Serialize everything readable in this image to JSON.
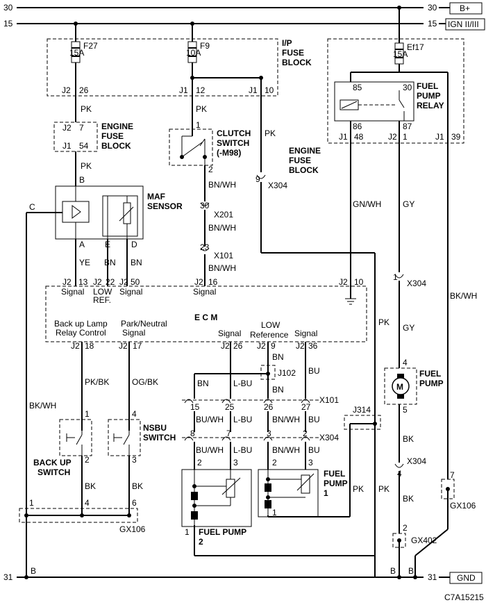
{
  "rails": {
    "b_plus": {
      "num_left": "30",
      "num_right": "30",
      "label": "B+"
    },
    "ign": {
      "num_left": "15",
      "num_right": "15",
      "label": "IGN II/III"
    },
    "gnd": {
      "num_left": "31",
      "num_right": "31",
      "label": "GND"
    }
  },
  "ip_fuse_block": {
    "title_line1": "I/P",
    "title_line2": "FUSE",
    "title_line3": "BLOCK",
    "fuse_f27": {
      "name": "F27",
      "rating": "15A",
      "conn": "J2",
      "pin": "26"
    },
    "fuse_f9": {
      "name": "F9",
      "rating": "10A",
      "conn": "J1",
      "pin": "12"
    },
    "j1_10": {
      "conn": "J1",
      "pin": "10"
    }
  },
  "engine_fuse_block_top": {
    "fuse_ef17": {
      "name": "Ef17",
      "rating": "15A"
    },
    "relay": {
      "title_line1": "FUEL",
      "title_line2": "PUMP",
      "title_line3": "RELAY",
      "pin85": "85",
      "pin86": "86",
      "pin30": "30",
      "pin87": "87"
    },
    "j1_48": {
      "conn": "J1",
      "pin": "48"
    },
    "j2_1": {
      "conn": "J2",
      "pin": "1"
    },
    "j1_39": {
      "conn": "J1",
      "pin": "39"
    },
    "title_line1": "ENGINE",
    "title_line2": "FUSE",
    "title_line3": "BLOCK"
  },
  "engine_fuse_block_small": {
    "title_line1": "ENGINE",
    "title_line2": "FUSE",
    "title_line3": "BLOCK",
    "top": {
      "conn": "J2",
      "pin": "7"
    },
    "bottom": {
      "conn": "J1",
      "pin": "54"
    }
  },
  "clutch_switch": {
    "title_line1": "CLUTCH",
    "title_line2": "SWITCH",
    "title_line3": "(-M98)",
    "pin1": "1",
    "pin2": "2"
  },
  "maf_sensor": {
    "title_line1": "MAF",
    "title_line2": "SENSOR",
    "pin_b": "B",
    "pin_c": "C",
    "pin_a": "A",
    "pin_e": "E",
    "pin_d": "D"
  },
  "wires": {
    "pk": "PK",
    "bn_wh": "BN/WH",
    "ye": "YE",
    "bn": "BN",
    "gn_wh": "GN/WH",
    "gy": "GY",
    "bk_wh": "BK/WH",
    "pk_bk": "PK/BK",
    "og_bk": "OG/BK",
    "l_bu": "L-BU",
    "bu": "BU",
    "bu_wh": "BU/WH",
    "bk": "BK"
  },
  "connectors": {
    "x304": "X304",
    "x201": "X201",
    "x101": "X101",
    "j102": "J102",
    "j314": "J314",
    "gx106": "GX106",
    "gx402": "GX402",
    "p9": "9",
    "p30": "30",
    "p23": "23",
    "p1": "1",
    "p4": "4",
    "p7": "7",
    "p2": "2",
    "p15": "15",
    "p25": "25",
    "p26": "26",
    "p27": "27",
    "p8": "8",
    "p3": "3",
    "p5": "5",
    "p6": "6"
  },
  "ecm": {
    "title": "E C M",
    "top_pins": [
      {
        "conn": "J2",
        "pin": "13",
        "label": "Signal"
      },
      {
        "conn": "J2",
        "pin": "22",
        "label": "LOW",
        "label2": "REF."
      },
      {
        "conn": "J2",
        "pin": "50",
        "label": "Signal"
      },
      {
        "conn": "J2",
        "pin": "16",
        "label": "Signal"
      },
      {
        "conn": "J2",
        "pin": "10",
        "label": ""
      }
    ],
    "bottom_pins": [
      {
        "conn": "J2",
        "pin": "18",
        "label": "Back up Lamp",
        "label2": "Relay Control"
      },
      {
        "conn": "J2",
        "pin": "17",
        "label": "Park/Neutral",
        "label2": "Signal"
      },
      {
        "conn": "J2",
        "pin": "26",
        "label": "Signal"
      },
      {
        "conn": "J2",
        "pin": "9",
        "label": "LOW",
        "label2": "Reference"
      },
      {
        "conn": "J2",
        "pin": "36",
        "label": "Signal"
      }
    ]
  },
  "backup_switch": {
    "title_line1": "BACK UP",
    "title_line2": "SWITCH",
    "pin1": "1",
    "pin2": "2"
  },
  "nsbu_switch": {
    "title_line1": "NSBU",
    "title_line2": "SWITCH",
    "pin4": "4",
    "pin3": "3"
  },
  "fuel_pump_2": {
    "title_line1": "FUEL PUMP",
    "title_line2": "2",
    "pin2": "2",
    "pin3": "3",
    "pin1": "1"
  },
  "fuel_pump_1": {
    "title_line1": "FUEL",
    "title_line2": "PUMP",
    "title_line3": "1",
    "pin2": "2",
    "pin3": "3",
    "pin1": "1"
  },
  "fuel_pump_main": {
    "title_line1": "FUEL",
    "title_line2": "PUMP",
    "pin4": "4",
    "pin5": "5",
    "motor": "M"
  },
  "ground_pins": {
    "b": "B"
  },
  "footer_code": "C7A15215"
}
